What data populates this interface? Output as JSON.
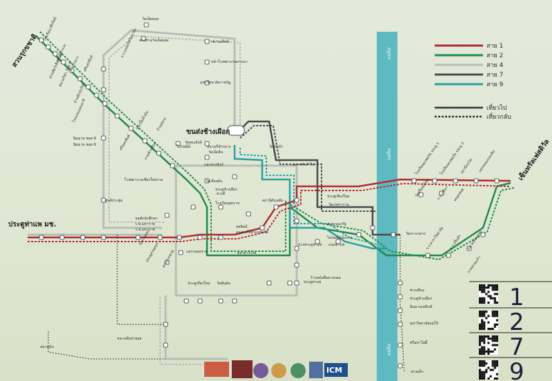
{
  "legend": {
    "lines": [
      {
        "label": "สาย 1",
        "color": "#b22a33"
      },
      {
        "label": "สาย 2",
        "color": "#1f8a4c"
      },
      {
        "label": "สาย 4",
        "color": "#b8bcb6"
      },
      {
        "label": "สาย 7",
        "color": "#4a4a4e"
      },
      {
        "label": "สาย 9",
        "color": "#2a9fa3"
      }
    ],
    "outbound": "เที่ยวไป",
    "return": "เที่ยวกลับ"
  },
  "colors": {
    "river": "#5fb9c0",
    "board": "#e0e7d4",
    "stop": "#ffffff"
  },
  "terminals": {
    "north": "สวนรุกขชาติ",
    "center": "ขนส่งช้างเผือก",
    "west": "ประตูท่าแพ มช.",
    "east": "เซ็นทรัลเฟสติวัล"
  },
  "stops": {
    "s01": "วัดเจ็ดยอด",
    "s02": "ตรงข้ามวัดเจ็ดยอด",
    "s03": "เซเว่นเซ็ทซ์",
    "s04": "หน้าโรงพยาบาลลานนา",
    "s05": "มหาวิทยาลัยราชภัฏ",
    "s06": "ร.ร.มงฟอร์ตวิทยาลัย",
    "s07": "โรงเรียนวชิรวิทย์",
    "s08": "สถานีตำรวจ",
    "s09": "ศาลากลาง",
    "s10": "ศรีนครพิงค์",
    "s11": "สวนสัตว์เชียงใหม่",
    "s12": "สนามกีฬา 700 ปี",
    "s13": "บ้านพักนักกีฬา",
    "s14": "โรงแรมแคนทารี",
    "s15": "หน้าปั๊มน้ำมัน",
    "s16": "บ้านหลวง",
    "s17": "ศูนย์ประชุม",
    "s18": "นิมมาน ซอย 9",
    "s19": "นิมมาน ซอย 6",
    "s20": "ศรีนครพิงค์",
    "s21": "กาดช้างเผือก",
    "s22": "โรงพยาบาลเชียงใหม่ราม",
    "s23": "สนามกีฬากลาง",
    "s24": "วัดเจ็ดลิน",
    "s25": "แยกข่วงสิงห์",
    "s26": "ไปรษณีย์",
    "s27": "วัดพระสิงห์",
    "s28": "วัดเชียงมั่น",
    "s29": "ประตูช้างเผือก",
    "s30": "หอพักนักศึกษา",
    "s31": "ร.พ.มหาราช",
    "s32": "ร.พ.มหาราช",
    "s33": "วัดสวนดอก",
    "s34": "ประตูสวนดอก",
    "s35": "สวนบวกหาด",
    "s36": "แยกกองทราย",
    "s37": "ประตูเชียงใหม่",
    "s38": "วัดพันอ้น",
    "s39": "ตลาดวโรรส",
    "s40": "ประตูท่าแพ",
    "s41": "ร้านหนังสือดวงกมล",
    "s42": "ดวงดี",
    "s43": "หอศิลป์",
    "s44": "อนุสาวรีย์สามกษัตริย์",
    "s45": "โรงเรียนยุพราช",
    "s46": "สถานีดับเพลิง",
    "s47": "ข่วงประตูท่าแพ",
    "s48": "ถนนท่าแพ",
    "s49": "วัดป่าเป้า",
    "s50": "ตลาดต้นลำไย",
    "s51": "ประตูเชียงใหม่",
    "s52": "วัดเกตการาม",
    "s53": "สะพานนวรัฐ",
    "s54": "ไปรษณีย์เม็งราย",
    "s55": "โรงเรียนมงฟอร์ต ประตู 1",
    "s56": "โรงเรียนมงฟอร์ต ประตู 3",
    "s57": "สถานีรถไฟ",
    "s58": "แยกหนองประทีป",
    "s59": "วัดศรีดอนไชย",
    "s60": "ร.ร.เรยีนา",
    "s61": "หนองหอย",
    "s62": "วัดเกาะกลาง",
    "s63": "ร.ร.ดาราวิทยาลัย",
    "s64": "ร.ร.ปริ้นส์ฯ",
    "s65": "ตลาดต้นพยอม",
    "s66": "กาดสวนแก้ว",
    "s67": "ช่างเคี่ยน",
    "s68": "ประตูช้างเผือก",
    "s69": "นิมมานเหมินท์",
    "s70": "มหาวิทยาลัยแม่โจ้",
    "s71": "ศรีมหาโพธิ์",
    "s72": "สนามบิน",
    "s73": "ตลาดสันป่าข่อย",
    "s74": "ศาลเด็ก"
  },
  "river": {
    "label": "แม่ปิง"
  },
  "qr_codes": [
    "1",
    "2",
    "7",
    "9"
  ],
  "logos": [
    {
      "name": "logo-1",
      "color": "#c8462e"
    },
    {
      "name": "logo-2",
      "color": "#7a2b2b"
    },
    {
      "name": "logo-3",
      "color": "#5b3a8c"
    },
    {
      "name": "logo-4",
      "color": "#c98b2a"
    },
    {
      "name": "logo-5",
      "color": "#2a7b4b"
    },
    {
      "name": "logo-6",
      "color": "#3a5a9a"
    },
    {
      "name": "icm",
      "label": "ICM",
      "color": "#1f4f8c"
    }
  ]
}
